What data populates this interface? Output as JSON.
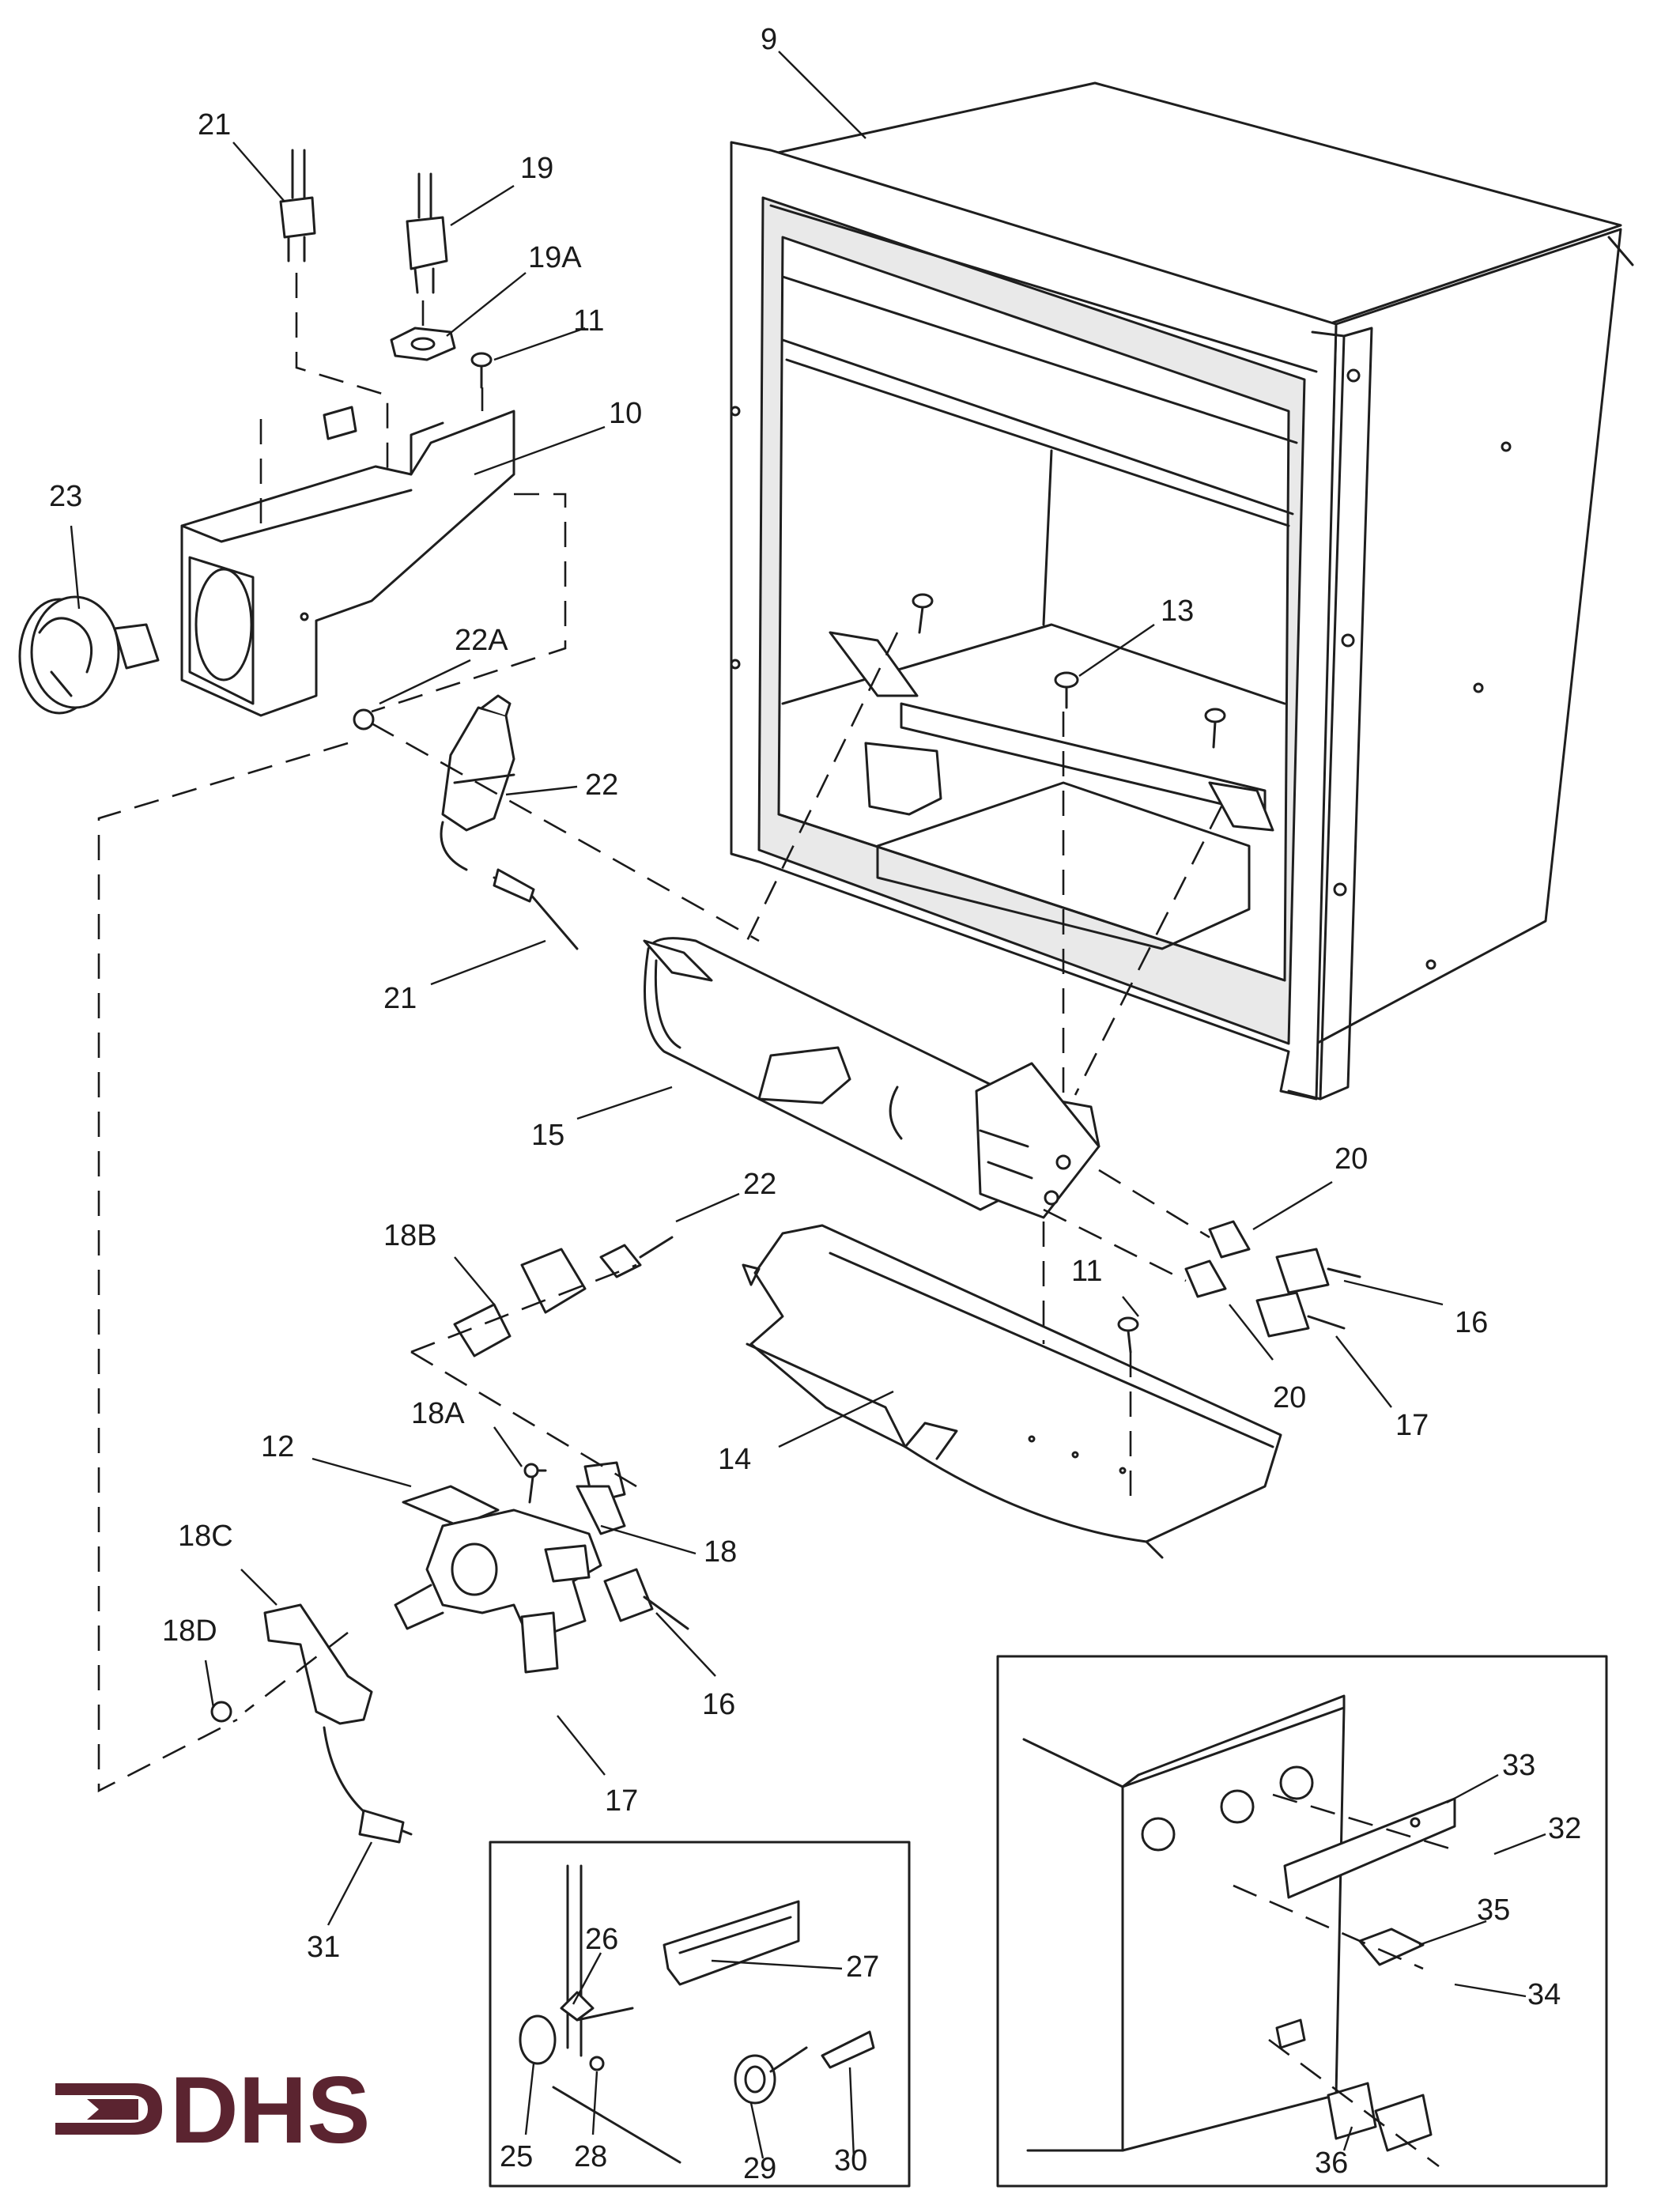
{
  "brand": {
    "name": "DHS",
    "color": "#5b2430"
  },
  "labels": {
    "p9": "9",
    "p21_top": "21",
    "p19": "19",
    "p19A": "19A",
    "p11_top": "11",
    "p10": "10",
    "p23": "23",
    "p22A": "22A",
    "p22_top": "22",
    "p21_mid": "21",
    "p13": "13",
    "p15": "15",
    "p22_mid": "22",
    "p18B": "18B",
    "p20_a": "20",
    "p11_mid": "11",
    "p16_right": "16",
    "p20_b": "20",
    "p17_right": "17",
    "p14": "14",
    "p12": "12",
    "p18A": "18A",
    "p18": "18",
    "p18C": "18C",
    "p18D": "18D",
    "p16_low": "16",
    "p17_low": "17",
    "p31": "31",
    "p26": "26",
    "p27": "27",
    "p25": "25",
    "p28": "28",
    "p29": "29",
    "p30": "30",
    "p33": "33",
    "p32": "32",
    "p35": "35",
    "p34": "34",
    "p36": "36"
  }
}
